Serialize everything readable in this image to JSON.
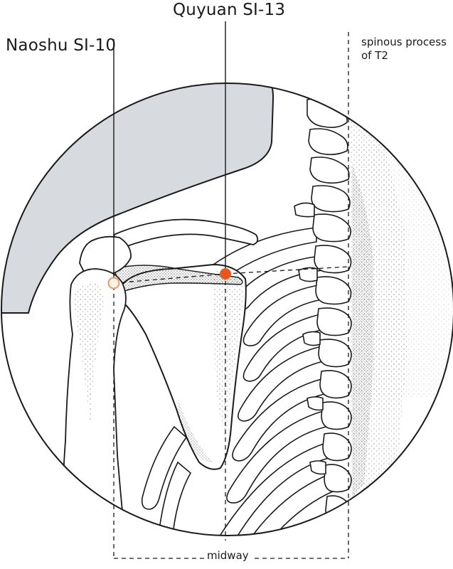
{
  "labels": {
    "quyuan": "Quyuan SI-13",
    "naoshu": "Naoshu SI-10",
    "spinous_line1": "spinous process",
    "spinous_line2": "of T2",
    "midway": "midway"
  },
  "points": {
    "quyuan": {
      "name": "Quyuan SI-13",
      "fill": "#e8571e"
    },
    "naoshu": {
      "name": "Naoshu SI-10",
      "fill": "#fdf1e6",
      "stroke": "#e59a6a"
    }
  },
  "colors": {
    "skin_shade": "#d7dade",
    "line": "#1a1a1a",
    "bone_fill": "#ffffff",
    "stipple": "#3a3a3a",
    "accent": "#e8571e"
  }
}
